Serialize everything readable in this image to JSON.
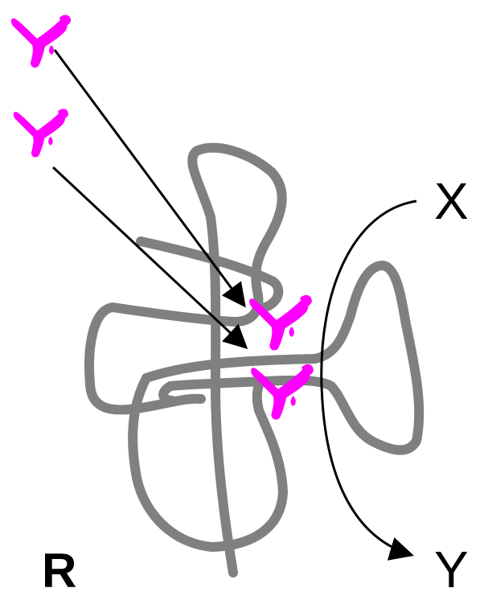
{
  "labels": {
    "x": "X",
    "y": "Y",
    "r": "R"
  },
  "colors": {
    "protein_chain": "#808080",
    "ligand": "#ff00ff",
    "arrow": "#000000",
    "background": "#ffffff"
  },
  "icons": {
    "ligand": "y-shaped-ligand-icon",
    "protein": "folded-protein-chain-icon"
  }
}
